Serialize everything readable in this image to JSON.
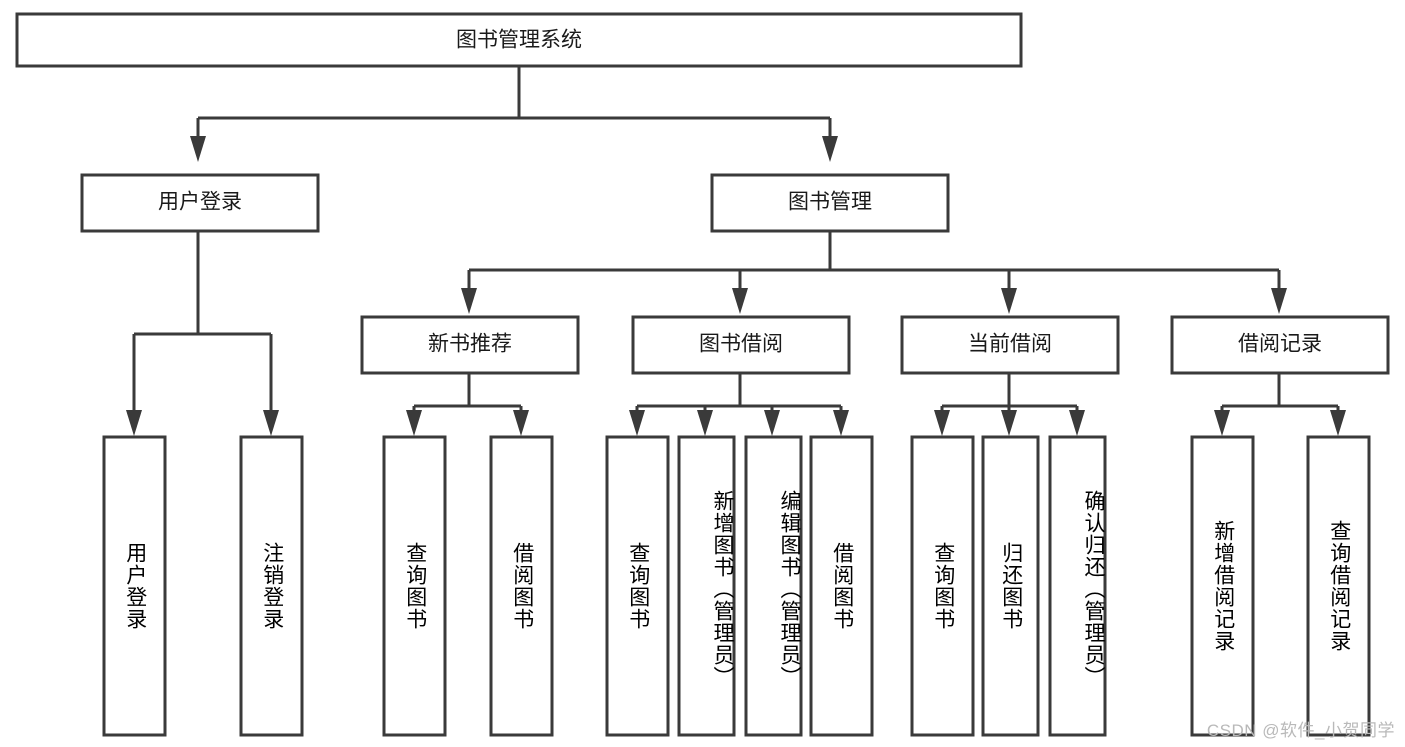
{
  "diagram": {
    "title": "图书管理系统",
    "type": "hierarchy-tree",
    "watermark": "CSDN @软件_小贺同学",
    "colors": {
      "box_stroke": "#3a3a3a",
      "box_fill": "#ffffff",
      "text": "#1a1a1a",
      "background": "#ffffff",
      "watermark": "#b9b9b9"
    },
    "root": {
      "id": "root",
      "label": "图书管理系统",
      "orientation": "horizontal"
    },
    "level1": [
      {
        "id": "user-login",
        "label": "用户登录",
        "orientation": "horizontal"
      },
      {
        "id": "book-manage",
        "label": "图书管理",
        "orientation": "horizontal"
      }
    ],
    "level2": [
      {
        "id": "new-book-recommend",
        "label": "新书推荐",
        "orientation": "horizontal",
        "parent": "book-manage"
      },
      {
        "id": "book-borrow",
        "label": "图书借阅",
        "orientation": "horizontal",
        "parent": "book-manage"
      },
      {
        "id": "current-borrow",
        "label": "当前借阅",
        "orientation": "horizontal",
        "parent": "book-manage"
      },
      {
        "id": "borrow-record",
        "label": "借阅记录",
        "orientation": "horizontal",
        "parent": "book-manage"
      }
    ],
    "leaves": [
      {
        "id": "leaf-user-login",
        "label": "用户登录",
        "parent": "user-login",
        "orientation": "vertical"
      },
      {
        "id": "leaf-user-logout",
        "label": "注销登录",
        "parent": "user-login",
        "orientation": "vertical"
      },
      {
        "id": "leaf-query-book-1",
        "label": "查询图书",
        "parent": "new-book-recommend",
        "orientation": "vertical"
      },
      {
        "id": "leaf-borrow-book-1",
        "label": "借阅图书",
        "parent": "new-book-recommend",
        "orientation": "vertical"
      },
      {
        "id": "leaf-query-book-2",
        "label": "查询图书",
        "parent": "book-borrow",
        "orientation": "vertical"
      },
      {
        "id": "leaf-add-book",
        "label": "新增图书（管理员）",
        "parent": "book-borrow",
        "orientation": "vertical"
      },
      {
        "id": "leaf-edit-book",
        "label": "编辑图书（管理员）",
        "parent": "book-borrow",
        "orientation": "vertical"
      },
      {
        "id": "leaf-borrow-book-2",
        "label": "借阅图书",
        "parent": "book-borrow",
        "orientation": "vertical"
      },
      {
        "id": "leaf-query-book-3",
        "label": "查询图书",
        "parent": "current-borrow",
        "orientation": "vertical"
      },
      {
        "id": "leaf-return-book",
        "label": "归还图书",
        "parent": "current-borrow",
        "orientation": "vertical"
      },
      {
        "id": "leaf-confirm-return",
        "label": "确认归还（管理员）",
        "parent": "current-borrow",
        "orientation": "vertical"
      },
      {
        "id": "leaf-add-record",
        "label": "新增借阅记录",
        "parent": "borrow-record",
        "orientation": "vertical"
      },
      {
        "id": "leaf-query-record",
        "label": "查询借阅记录",
        "parent": "borrow-record",
        "orientation": "vertical"
      }
    ]
  }
}
